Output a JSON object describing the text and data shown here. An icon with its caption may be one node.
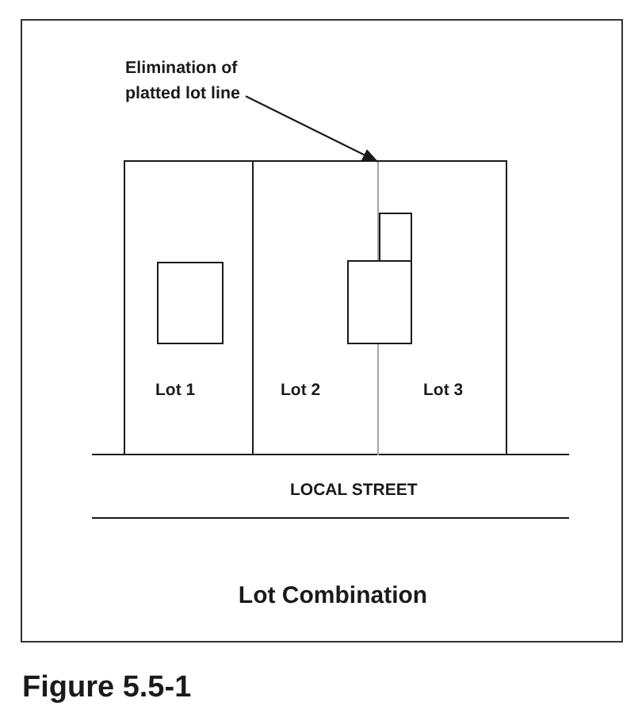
{
  "diagram": {
    "title": "Lot Combination",
    "caption": "Figure 5.5-1",
    "nodes": [
      {
        "text": [
          "Elimination of platted lot line"
        ]
      },
      {
        "text": [
          "Lot 1"
        ]
      },
      {
        "text": [],
        "shape": "box",
        "in": 1
      },
      {
        "text": [
          "Lot 2"
        ]
      },
      {
        "text": [
          "Lot 3"
        ]
      },
      {
        "text": [],
        "shape": "box",
        "in": 4
      },
      {
        "text": [],
        "shape": "line"
      },
      {
        "text": [],
        "shape": "box"
      },
      {
        "text": [
          "LOCAL STREET"
        ]
      }
    ],
    "edges": [
      {
        "from": 0,
        "to": 6,
        "arrow": "to"
      }
    ]
  }
}
